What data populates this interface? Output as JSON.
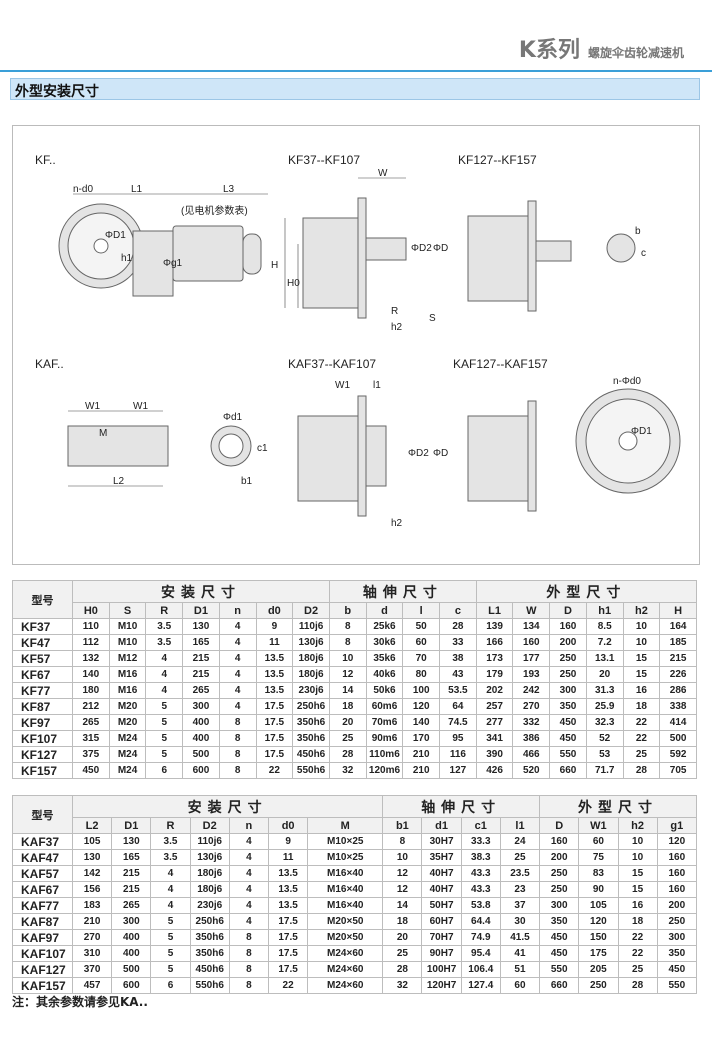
{
  "header": {
    "series": "K系列",
    "subtitle": "螺旋伞齿轮减速机"
  },
  "section_title": "外型安装尺寸",
  "drawings": {
    "kf_title": "KF..",
    "kf_range1": "KF37--KF107",
    "kf_range2": "KF127--KF157",
    "kaf_title": "KAF..",
    "kaf_range1": "KAF37--KAF107",
    "kaf_range2": "KAF127--KAF157",
    "labels": {
      "nd0": "n-d0",
      "L1": "L1",
      "L3": "L3",
      "motor_note": "(见电机参数表)",
      "D1": "ΦD1",
      "h1": "h1",
      "g1": "Φg1",
      "W": "W",
      "H": "H",
      "H0": "H0",
      "D2": "ΦD2",
      "D": "ΦD",
      "R": "R",
      "S": "S",
      "h2": "h2",
      "b": "b",
      "c": "c",
      "W1": "W1",
      "M": "M",
      "L2": "L2",
      "d1": "Φd1",
      "c1": "c1",
      "b1": "b1",
      "l1": "l1",
      "nd0b": "n-Φd0"
    }
  },
  "table1": {
    "model_header": "型号",
    "groups": [
      {
        "label": "安装尺寸",
        "span": 7
      },
      {
        "label": "轴伸尺寸",
        "span": 4
      },
      {
        "label": "外型尺寸",
        "span": 6
      }
    ],
    "columns": [
      "H0",
      "S",
      "R",
      "D1",
      "n",
      "d0",
      "D2",
      "b",
      "d",
      "l",
      "c",
      "L1",
      "W",
      "D",
      "h1",
      "h2",
      "H"
    ],
    "rows": [
      [
        "KF37",
        "110",
        "M10",
        "3.5",
        "130",
        "4",
        "9",
        "110j6",
        "8",
        "25k6",
        "50",
        "28",
        "139",
        "134",
        "160",
        "8.5",
        "10",
        "164"
      ],
      [
        "KF47",
        "112",
        "M10",
        "3.5",
        "165",
        "4",
        "11",
        "130j6",
        "8",
        "30k6",
        "60",
        "33",
        "166",
        "160",
        "200",
        "7.2",
        "10",
        "185"
      ],
      [
        "KF57",
        "132",
        "M12",
        "4",
        "215",
        "4",
        "13.5",
        "180j6",
        "10",
        "35k6",
        "70",
        "38",
        "173",
        "177",
        "250",
        "13.1",
        "15",
        "215"
      ],
      [
        "KF67",
        "140",
        "M16",
        "4",
        "215",
        "4",
        "13.5",
        "180j6",
        "12",
        "40k6",
        "80",
        "43",
        "179",
        "193",
        "250",
        "20",
        "15",
        "226"
      ],
      [
        "KF77",
        "180",
        "M16",
        "4",
        "265",
        "4",
        "13.5",
        "230j6",
        "14",
        "50k6",
        "100",
        "53.5",
        "202",
        "242",
        "300",
        "31.3",
        "16",
        "286"
      ],
      [
        "KF87",
        "212",
        "M20",
        "5",
        "300",
        "4",
        "17.5",
        "250h6",
        "18",
        "60m6",
        "120",
        "64",
        "257",
        "270",
        "350",
        "25.9",
        "18",
        "338"
      ],
      [
        "KF97",
        "265",
        "M20",
        "5",
        "400",
        "8",
        "17.5",
        "350h6",
        "20",
        "70m6",
        "140",
        "74.5",
        "277",
        "332",
        "450",
        "32.3",
        "22",
        "414"
      ],
      [
        "KF107",
        "315",
        "M24",
        "5",
        "400",
        "8",
        "17.5",
        "350h6",
        "25",
        "90m6",
        "170",
        "95",
        "341",
        "386",
        "450",
        "52",
        "22",
        "500"
      ],
      [
        "KF127",
        "375",
        "M24",
        "5",
        "500",
        "8",
        "17.5",
        "450h6",
        "28",
        "110m6",
        "210",
        "116",
        "390",
        "466",
        "550",
        "53",
        "25",
        "592"
      ],
      [
        "KF157",
        "450",
        "M24",
        "6",
        "600",
        "8",
        "22",
        "550h6",
        "32",
        "120m6",
        "210",
        "127",
        "426",
        "520",
        "660",
        "71.7",
        "28",
        "705"
      ]
    ]
  },
  "table2": {
    "model_header": "型号",
    "groups": [
      {
        "label": "安装尺寸",
        "span": 7
      },
      {
        "label": "轴伸尺寸",
        "span": 4
      },
      {
        "label": "外型尺寸",
        "span": 4
      }
    ],
    "columns": [
      "L2",
      "D1",
      "R",
      "D2",
      "n",
      "d0",
      "M",
      "b1",
      "d1",
      "c1",
      "l1",
      "D",
      "W1",
      "h2",
      "g1"
    ],
    "rows": [
      [
        "KAF37",
        "105",
        "130",
        "3.5",
        "110j6",
        "4",
        "9",
        "M10×25",
        "8",
        "30H7",
        "33.3",
        "24",
        "160",
        "60",
        "10",
        "120"
      ],
      [
        "KAF47",
        "130",
        "165",
        "3.5",
        "130j6",
        "4",
        "11",
        "M10×25",
        "10",
        "35H7",
        "38.3",
        "25",
        "200",
        "75",
        "10",
        "160"
      ],
      [
        "KAF57",
        "142",
        "215",
        "4",
        "180j6",
        "4",
        "13.5",
        "M16×40",
        "12",
        "40H7",
        "43.3",
        "23.5",
        "250",
        "83",
        "15",
        "160"
      ],
      [
        "KAF67",
        "156",
        "215",
        "4",
        "180j6",
        "4",
        "13.5",
        "M16×40",
        "12",
        "40H7",
        "43.3",
        "23",
        "250",
        "90",
        "15",
        "160"
      ],
      [
        "KAF77",
        "183",
        "265",
        "4",
        "230j6",
        "4",
        "13.5",
        "M16×40",
        "14",
        "50H7",
        "53.8",
        "37",
        "300",
        "105",
        "16",
        "200"
      ],
      [
        "KAF87",
        "210",
        "300",
        "5",
        "250h6",
        "4",
        "17.5",
        "M20×50",
        "18",
        "60H7",
        "64.4",
        "30",
        "350",
        "120",
        "18",
        "250"
      ],
      [
        "KAF97",
        "270",
        "400",
        "5",
        "350h6",
        "8",
        "17.5",
        "M20×50",
        "20",
        "70H7",
        "74.9",
        "41.5",
        "450",
        "150",
        "22",
        "300"
      ],
      [
        "KAF107",
        "310",
        "400",
        "5",
        "350h6",
        "8",
        "17.5",
        "M24×60",
        "25",
        "90H7",
        "95.4",
        "41",
        "450",
        "175",
        "22",
        "350"
      ],
      [
        "KAF127",
        "370",
        "500",
        "5",
        "450h6",
        "8",
        "17.5",
        "M24×60",
        "28",
        "100H7",
        "106.4",
        "51",
        "550",
        "205",
        "25",
        "450"
      ],
      [
        "KAF157",
        "457",
        "600",
        "6",
        "550h6",
        "8",
        "22",
        "M24×60",
        "32",
        "120H7",
        "127.4",
        "60",
        "660",
        "250",
        "28",
        "550"
      ]
    ]
  },
  "note": "注：其余参数请参见KA.."
}
